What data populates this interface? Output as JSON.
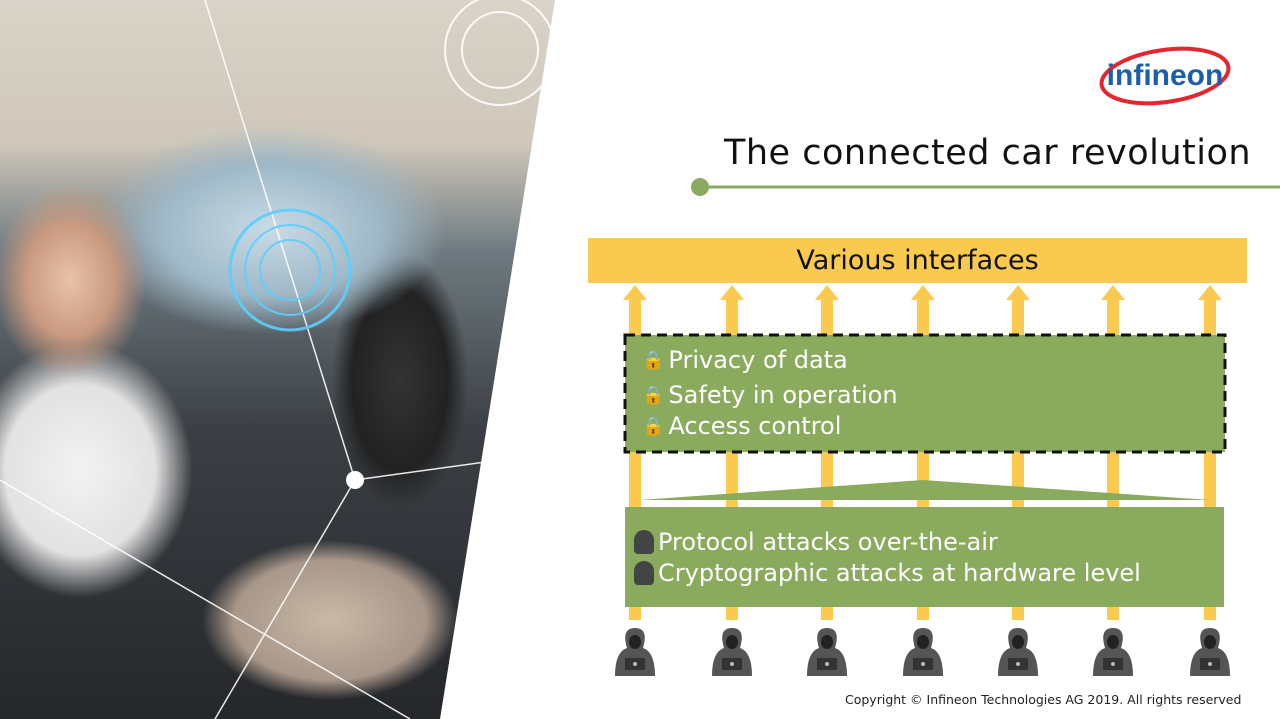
{
  "slide": {
    "title": "The connected car revolution",
    "logo_text": "infineon",
    "banner": "Various interfaces",
    "protections": [
      "Privacy of data",
      "Safety in operation",
      "Access control"
    ],
    "attacks": [
      "Protocol attacks over-the-air",
      "Cryptographic attacks at hardware level"
    ],
    "copyright": "Copyright © Infineon Technologies AG 2019. All rights reserved"
  },
  "colors": {
    "yellow": "#f9ca4f",
    "green": "#8aab5d",
    "title_line": "#8aab5d",
    "logo_blue": "#1b5faa",
    "logo_red": "#e3262f",
    "hacker": "#555555"
  }
}
